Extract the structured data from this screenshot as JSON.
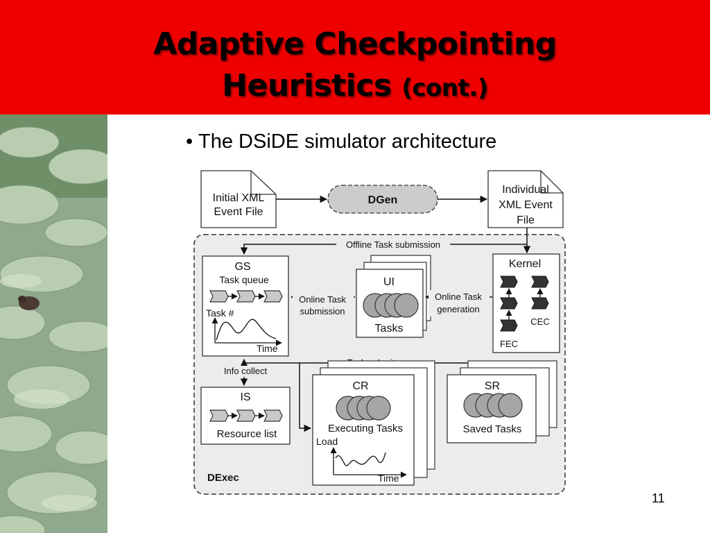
{
  "slide": {
    "title_line1": "Adaptive Checkpointing",
    "title_line2_main": "Heuristics",
    "title_line2_suffix": "(cont.)",
    "bullet": "The DSiDE simulator architecture",
    "page_number": "11"
  },
  "colors": {
    "header": "#ee0000",
    "pill": "#cccccc",
    "diagram_bg": "#ececec",
    "task_circle": "#a6a6a6"
  },
  "diagram": {
    "initial_xml": [
      "Initial XML",
      "Event File"
    ],
    "dgen": "DGen",
    "individual_xml": [
      "Individual",
      "XML Event",
      "File"
    ],
    "offline_submission": "Offline Task submission",
    "gs": {
      "title": "GS",
      "subtitle": "Task queue",
      "y_axis": "Task #",
      "x_axis": "Time"
    },
    "online_submission": [
      "Online Task",
      "submission"
    ],
    "ui": {
      "title": "UI",
      "label": "Tasks"
    },
    "online_generation": [
      "Online Task",
      "generation"
    ],
    "kernel": {
      "title": "Kernel",
      "fec": "FEC",
      "cec": "CEC"
    },
    "info_collect": "Info collect",
    "task_submit": "Task submit",
    "is": {
      "title": "IS",
      "label": "Resource list"
    },
    "cr": {
      "title": "CR",
      "label": "Executing Tasks",
      "y_axis": "Load",
      "x_axis": "Time"
    },
    "sr": {
      "title": "SR",
      "label": "Saved Tasks"
    },
    "dexec": "DExec"
  }
}
